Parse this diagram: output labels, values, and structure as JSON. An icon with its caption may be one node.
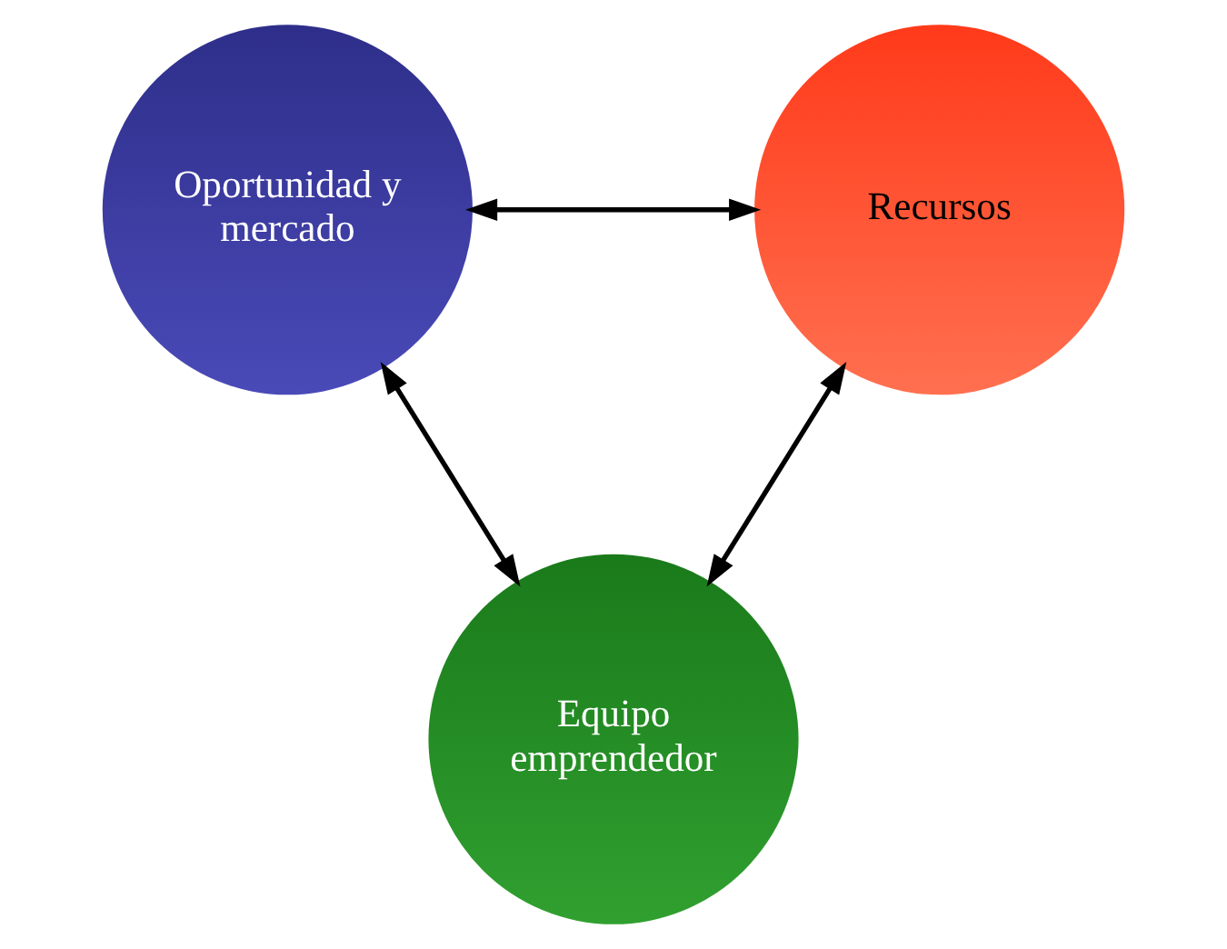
{
  "diagram": {
    "nodes": [
      {
        "text": [
          "Oportunidad y mercado"
        ]
      },
      {
        "text": [
          "Recursos"
        ]
      },
      {
        "text": [
          "Equipo emprendedor"
        ]
      }
    ],
    "edges": [
      {
        "from": 0,
        "to": 1,
        "arrow": "both"
      },
      {
        "from": 0,
        "to": 2,
        "arrow": "both"
      },
      {
        "from": 1,
        "to": 2,
        "arrow": "both"
      }
    ]
  }
}
